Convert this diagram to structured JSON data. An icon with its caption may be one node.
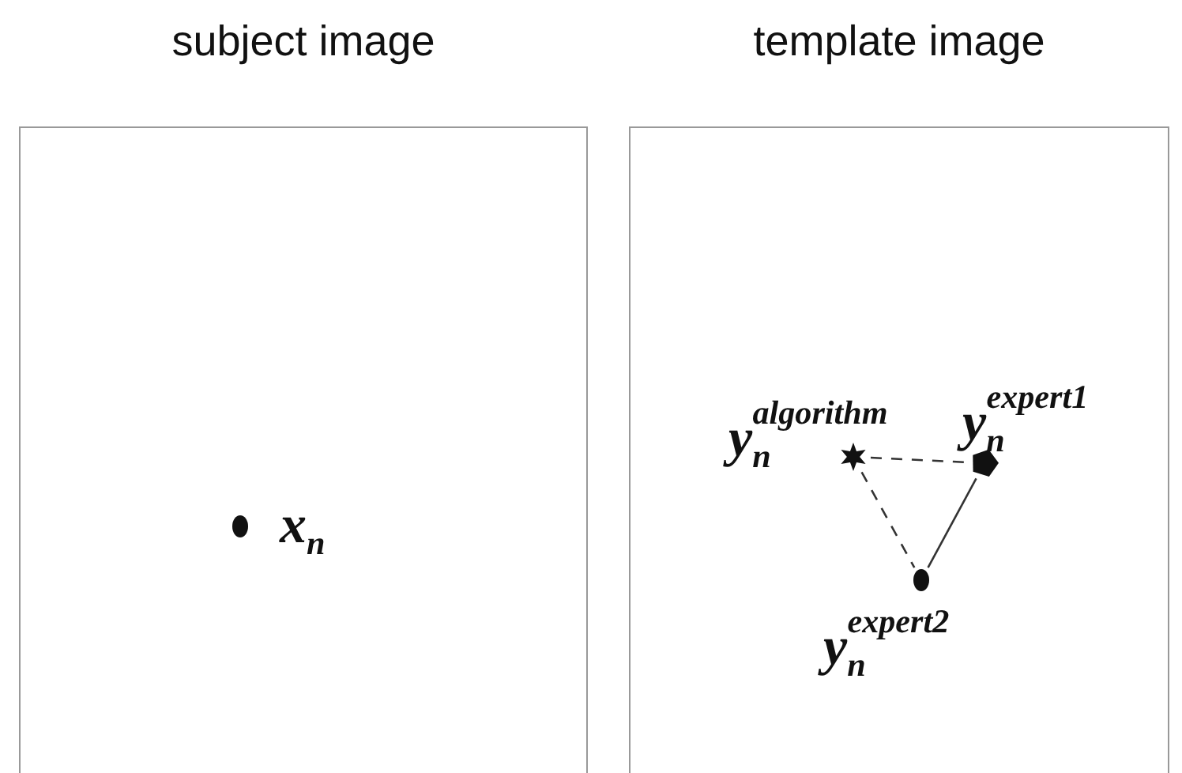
{
  "diagram": {
    "nodes": [
      {
        "text": [
          "subject image"
        ]
      },
      {
        "text": [
          "template image"
        ]
      },
      {
        "text": [],
        "shape": "circle",
        "in": 0,
        "beside": [
          "x$_{n}$"
        ]
      },
      {
        "text": [],
        "shape": "star",
        "in": 1,
        "beside": [
          "y$_{n}$$^{algorithm}$"
        ]
      },
      {
        "text": [],
        "shape": "pentagon",
        "in": 1,
        "beside": [
          "y$_{n}$$^{expert1}$"
        ]
      },
      {
        "text": [],
        "shape": "circle",
        "in": 1,
        "beside": [
          "y$_{n}$$^{expert2}$"
        ]
      }
    ],
    "edges": [
      {
        "from": 3,
        "to": 4,
        "arrow": "none",
        "style": "dashed"
      },
      {
        "from": 3,
        "to": 5,
        "arrow": "none",
        "style": "dashed"
      },
      {
        "from": 4,
        "to": 5,
        "arrow": "none"
      }
    ]
  }
}
